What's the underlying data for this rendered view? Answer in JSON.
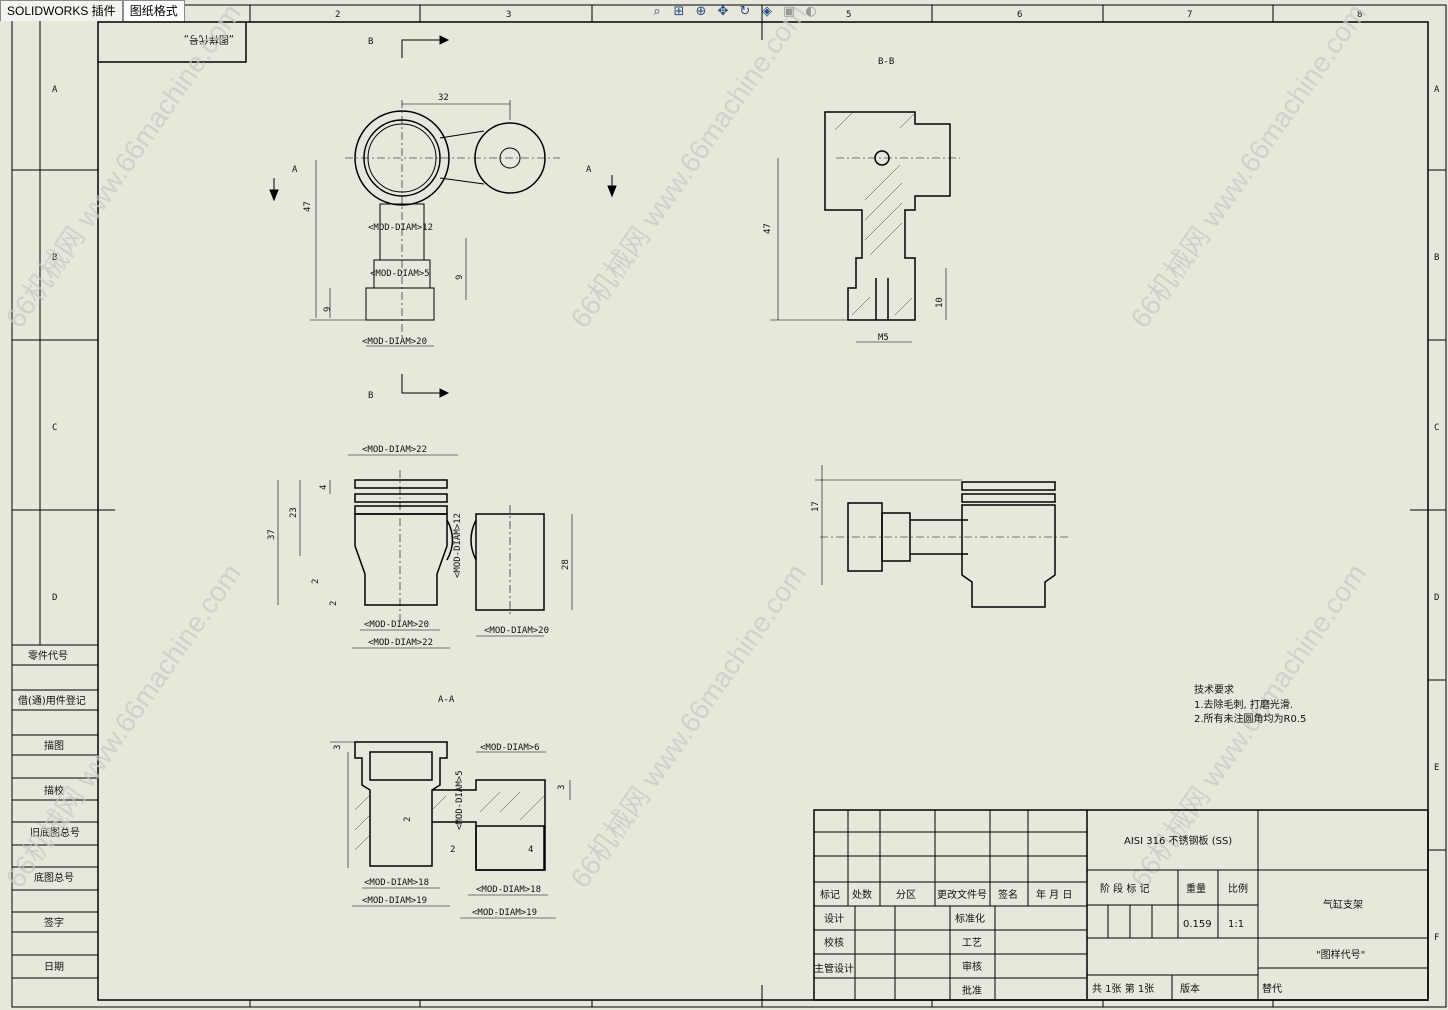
{
  "tabs": [
    {
      "label": "SOLIDWORKS 插件"
    },
    {
      "label": "图纸格式"
    }
  ],
  "toolbar": {
    "icons": [
      "zoom-to-fit-icon",
      "zoom-area-icon",
      "zoom-in-out-icon",
      "pan-icon",
      "rotate-icon",
      "render-icon",
      "display-style-icon",
      "view-settings-icon"
    ]
  },
  "border": {
    "top_numbers": [
      "2",
      "3",
      "5",
      "6",
      "7",
      "8"
    ],
    "side_letters": [
      "A",
      "B",
      "C",
      "D",
      "E",
      "F"
    ]
  },
  "drawing_number_box": "„图样代号„",
  "views": {
    "section_label_top": "B",
    "section_label_bottom": "B",
    "section_a_left": "A",
    "section_a_right": "A",
    "view_bb_title": "B-B",
    "view_aa_title": "A-A"
  },
  "dims": {
    "d32": "32",
    "d47": "47",
    "d47b": "47",
    "d9a": "9",
    "d9b": "9",
    "d12": "<MOD-DIAM>12",
    "d5": "<MOD-DIAM>5",
    "d20a": "<MOD-DIAM>20",
    "d10": "10",
    "m5": "M5",
    "d22a": "<MOD-DIAM>22",
    "d23": "23",
    "d37": "37",
    "d4": "4",
    "d2a": "2",
    "d2b": "2",
    "d12b": "<MOD-DIAM>12",
    "d28": "28",
    "d20b": "<MOD-DIAM>20",
    "d22b": "<MOD-DIAM>22",
    "d20c": "<MOD-DIAM>20",
    "d17": "17",
    "d6": "<MOD-DIAM>6",
    "d5b": "<MOD-DIAM>5",
    "d3a": "3",
    "d3b": "3",
    "d2c": "2",
    "d18a": "<MOD-DIAM>18",
    "d19a": "<MOD-DIAM>19",
    "d18b": "<MOD-DIAM>18",
    "d19b": "<MOD-DIAM>19",
    "d4b": "4",
    "d2d": "2"
  },
  "tech_notes": {
    "title": "技术要求",
    "line1": "1.去除毛刺, 打磨光滑.",
    "line2": "2.所有未注圆角均为R0.5"
  },
  "left_table": [
    "零件代号",
    "借(通)用件登记",
    "描图",
    "描校",
    "旧底图总号",
    "底图总号",
    "签字",
    "日期"
  ],
  "title_block": {
    "material": "AISI 316 不锈钢板 (SS)",
    "part_name": "气缸支架",
    "drawing_code": "\"图样代号\"",
    "weight_label": "重量",
    "scale_label": "比例",
    "weight_value": "0.159",
    "scale_value": "1:1",
    "stage_label": "阶 段 标 记",
    "sheets_label": "共 1张   第 1张",
    "version_label": "版本",
    "replace_label": "替代",
    "col_headers": [
      "标记",
      "处数",
      "分区",
      "更改文件号",
      "签名",
      "年 月 日"
    ],
    "row_left": [
      "设计",
      "校核",
      "主管设计"
    ],
    "row_mid": [
      "标准化",
      "工艺",
      "审核",
      "批准"
    ]
  },
  "watermark": "66机械网 www.66machine.com"
}
